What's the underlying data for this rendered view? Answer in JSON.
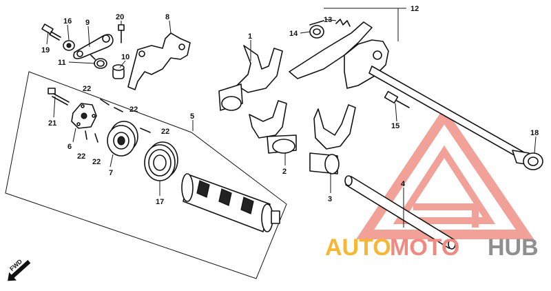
{
  "diagram": {
    "callouts": [
      {
        "id": "c1",
        "label": "1"
      },
      {
        "id": "c2",
        "label": "2"
      },
      {
        "id": "c3",
        "label": "3"
      },
      {
        "id": "c4",
        "label": "4"
      },
      {
        "id": "c5",
        "label": "5"
      },
      {
        "id": "c6",
        "label": "6"
      },
      {
        "id": "c7",
        "label": "7"
      },
      {
        "id": "c8",
        "label": "8"
      },
      {
        "id": "c9",
        "label": "9"
      },
      {
        "id": "c10",
        "label": "10"
      },
      {
        "id": "c11",
        "label": "11"
      },
      {
        "id": "c12",
        "label": "12"
      },
      {
        "id": "c13",
        "label": "13"
      },
      {
        "id": "c14",
        "label": "14"
      },
      {
        "id": "c15",
        "label": "15"
      },
      {
        "id": "c16",
        "label": "16"
      },
      {
        "id": "c17",
        "label": "17"
      },
      {
        "id": "c18",
        "label": "18"
      },
      {
        "id": "c19",
        "label": "19"
      },
      {
        "id": "c20",
        "label": "20"
      },
      {
        "id": "c21",
        "label": "21"
      },
      {
        "id": "c22a",
        "label": "22"
      },
      {
        "id": "c22b",
        "label": "22"
      },
      {
        "id": "c22c",
        "label": "22"
      },
      {
        "id": "c22d",
        "label": "22"
      },
      {
        "id": "c22e",
        "label": "22"
      }
    ],
    "direction_marker": "FWD"
  },
  "watermark": {
    "part1": "AUTO",
    "part2": "MOTO",
    "part3": "HUB",
    "colors": {
      "auto": "#f7b733",
      "moto": "#f08a80",
      "hub": "#8f8f8f",
      "logo": "#f08a80"
    }
  }
}
